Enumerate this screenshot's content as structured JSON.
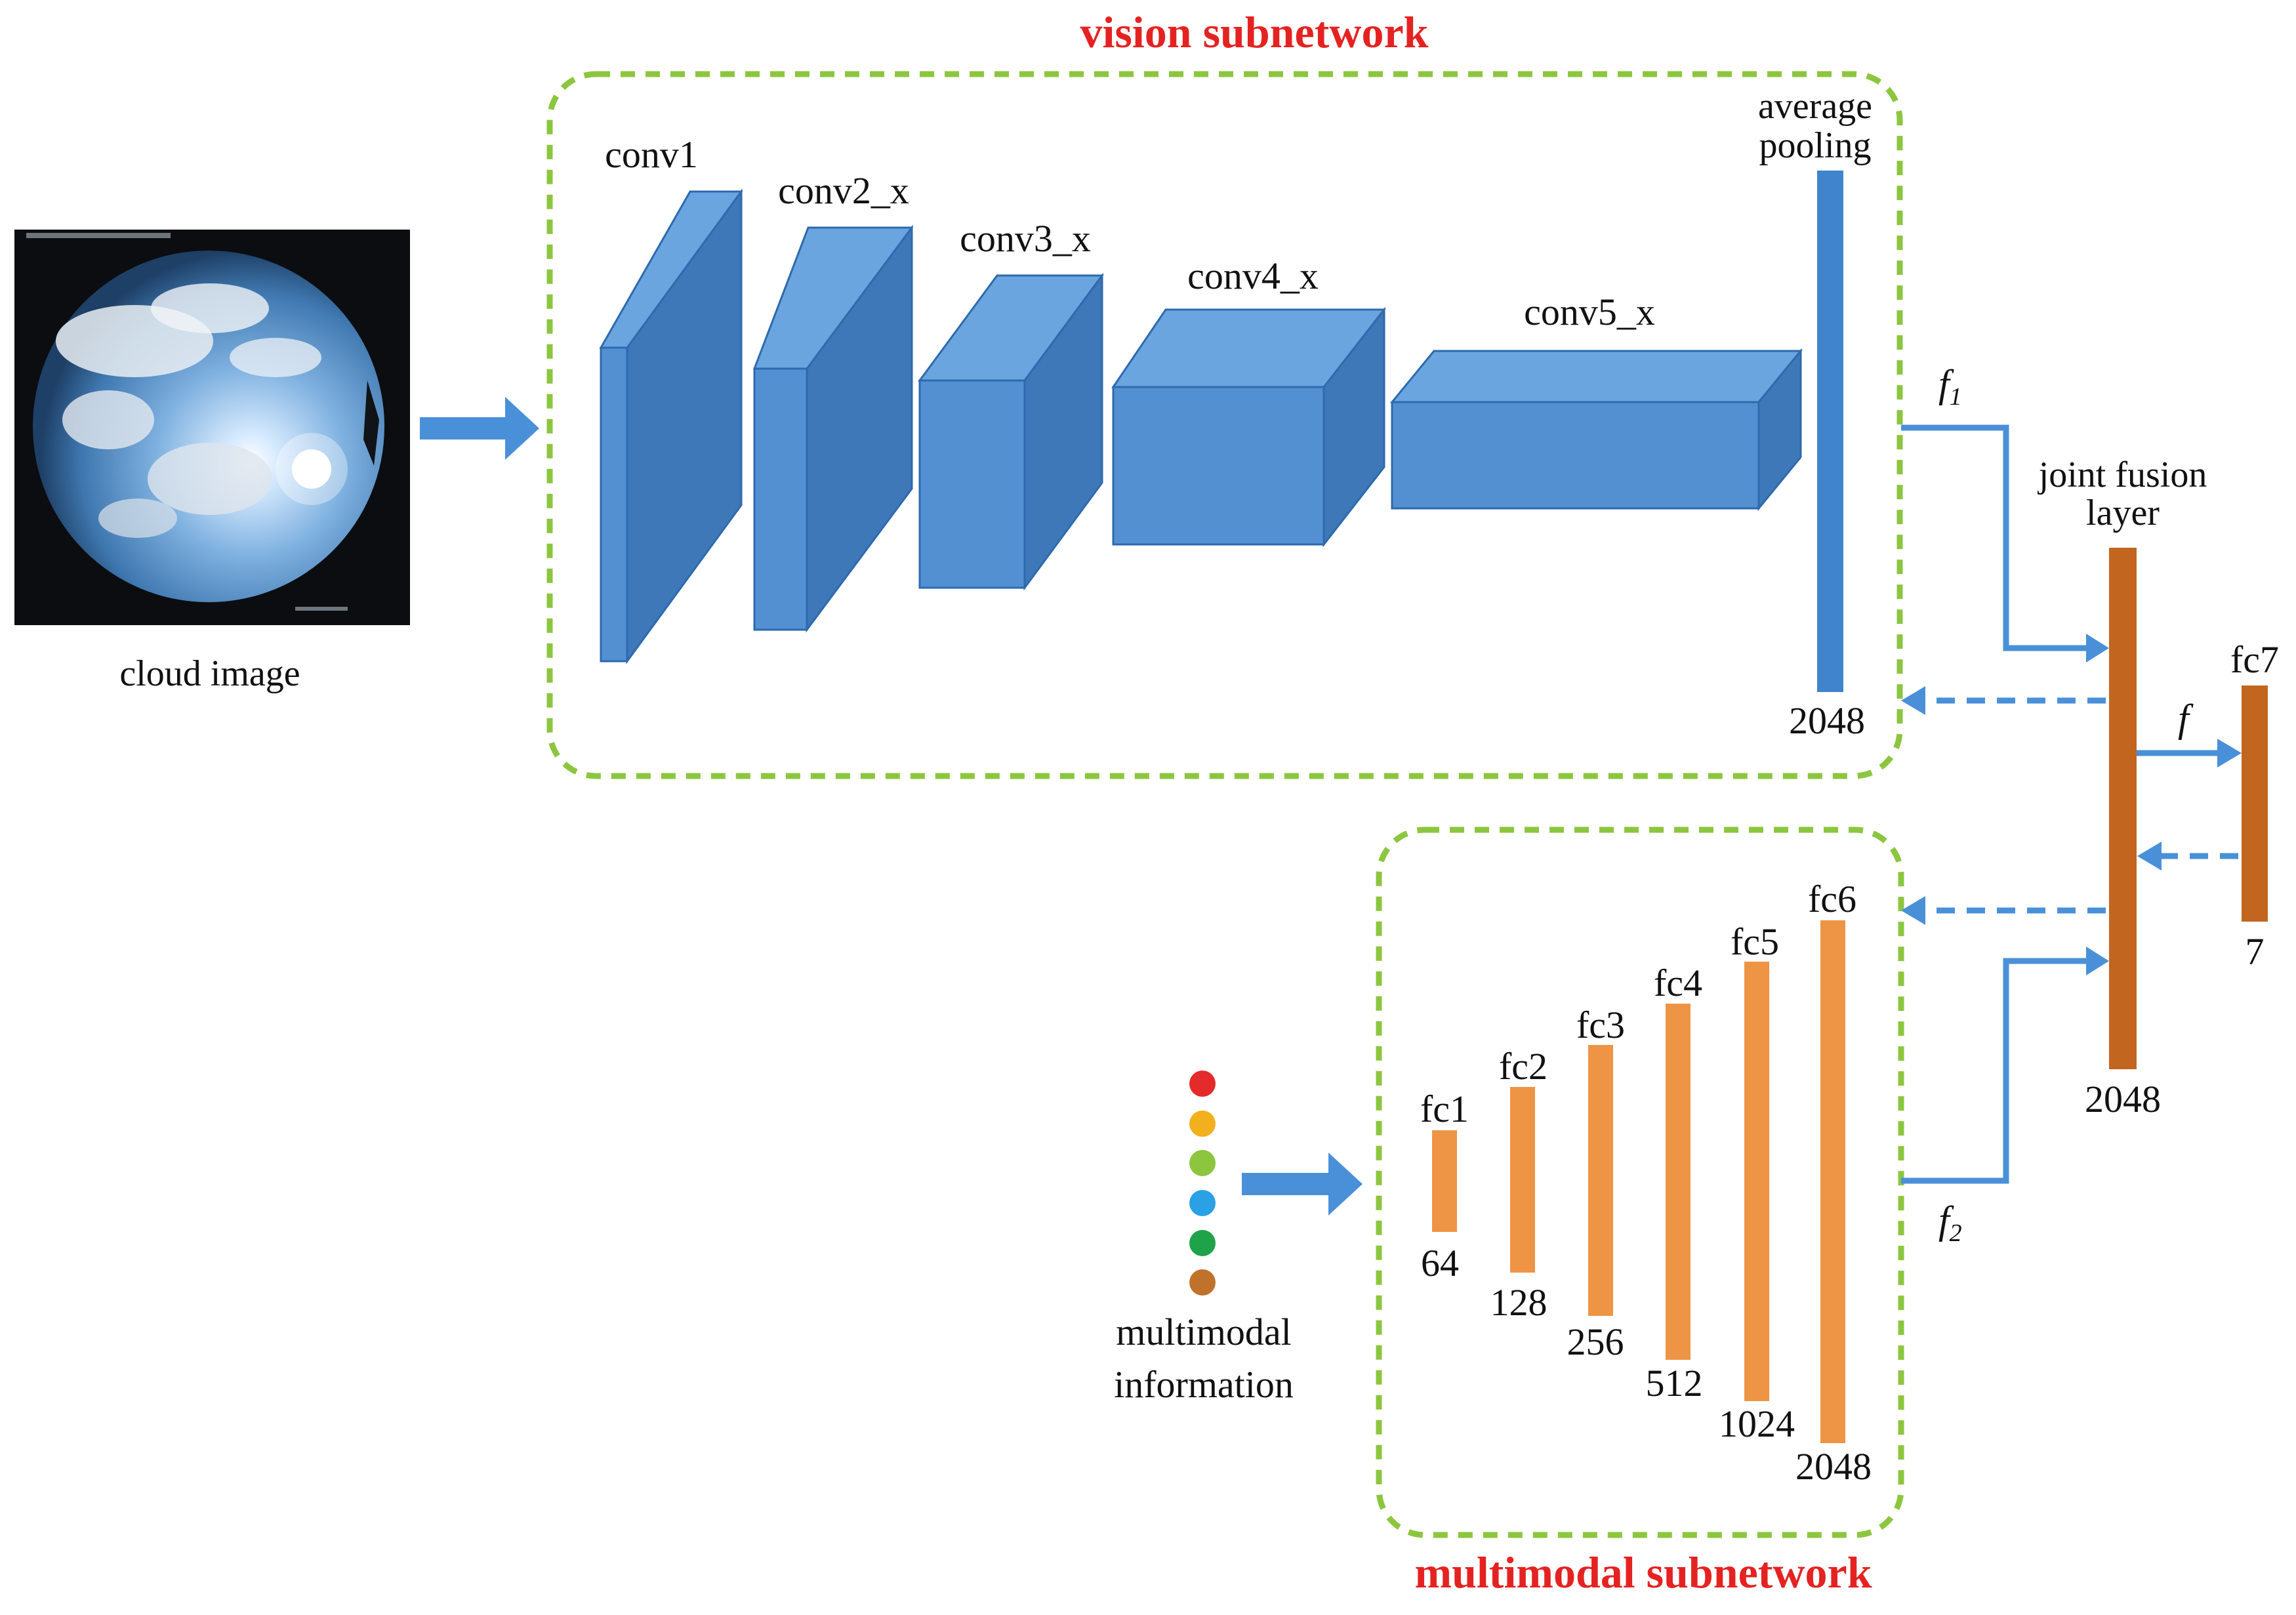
{
  "colors": {
    "conv_front": "#5290D2",
    "conv_side": "#3F78B9",
    "conv_top": "#6AA5DF",
    "conv_edge": "#2E6AAE",
    "arrow": "#4A90D9",
    "frame": "#8CC63F",
    "fc_bar": "#EE9445",
    "fusion_bar": "#C2661F",
    "title": "#E52222",
    "dot_colors": [
      "#E42A2A",
      "#F2B01E",
      "#8CC63F",
      "#2AA1E5",
      "#1FA34A",
      "#C0722C"
    ]
  },
  "cloud_image": {
    "label": "cloud image"
  },
  "vision_subnetwork": {
    "title": "vision subnetwork",
    "layers": [
      {
        "name": "conv1"
      },
      {
        "name": "conv2_x"
      },
      {
        "name": "conv3_x"
      },
      {
        "name": "conv4_x"
      },
      {
        "name": "conv5_x"
      }
    ],
    "pooling": {
      "label_line1": "average",
      "label_line2": "pooling",
      "size": "2048"
    }
  },
  "multimodal_subnetwork": {
    "title": "multimodal subnetwork",
    "input_label_line1": "multimodal",
    "input_label_line2": "information",
    "layers": [
      {
        "name": "fc1",
        "size": "64"
      },
      {
        "name": "fc2",
        "size": "128"
      },
      {
        "name": "fc3",
        "size": "256"
      },
      {
        "name": "fc4",
        "size": "512"
      },
      {
        "name": "fc5",
        "size": "1024"
      },
      {
        "name": "fc6",
        "size": "2048"
      }
    ]
  },
  "fusion": {
    "label_line1": "joint fusion",
    "label_line2": "layer",
    "size": "2048"
  },
  "output": {
    "name": "fc7",
    "size": "7"
  },
  "features": {
    "f1": "f",
    "f1_sub": "1",
    "f2": "f",
    "f2_sub": "2",
    "f": "f"
  }
}
